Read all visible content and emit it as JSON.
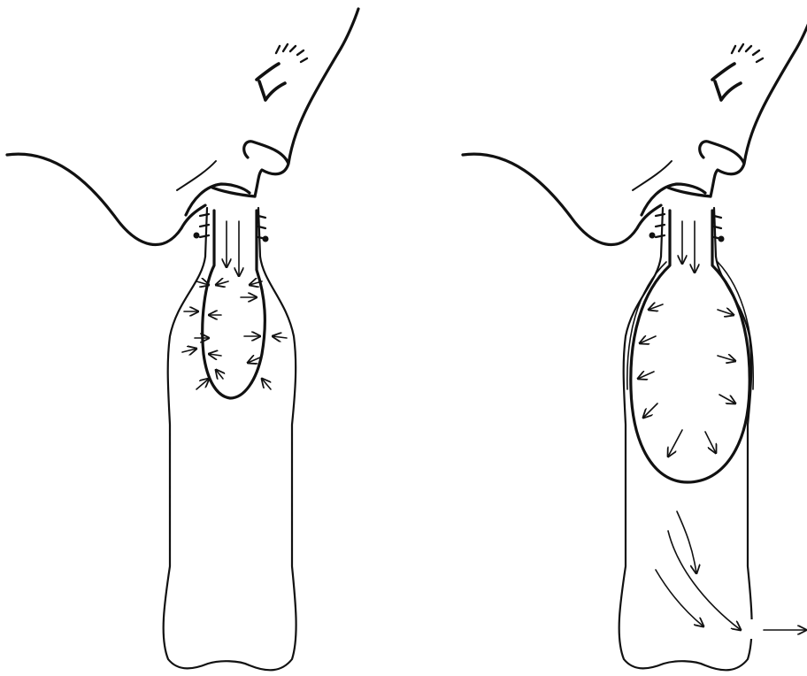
{
  "diagram": {
    "panels": [
      {
        "id": "left",
        "subject": "person-blowing-into-bottle",
        "balloon_state": "deflated",
        "arrow_direction": "inward",
        "hole_in_bottle": false
      },
      {
        "id": "right",
        "subject": "person-blowing-into-bottle",
        "balloon_state": "inflated",
        "arrow_direction": "outward",
        "hole_in_bottle": true,
        "air_escape": "through-hole-at-bottom-right"
      }
    ],
    "colors": {
      "ink": "#111111",
      "background": "#ffffff"
    }
  }
}
